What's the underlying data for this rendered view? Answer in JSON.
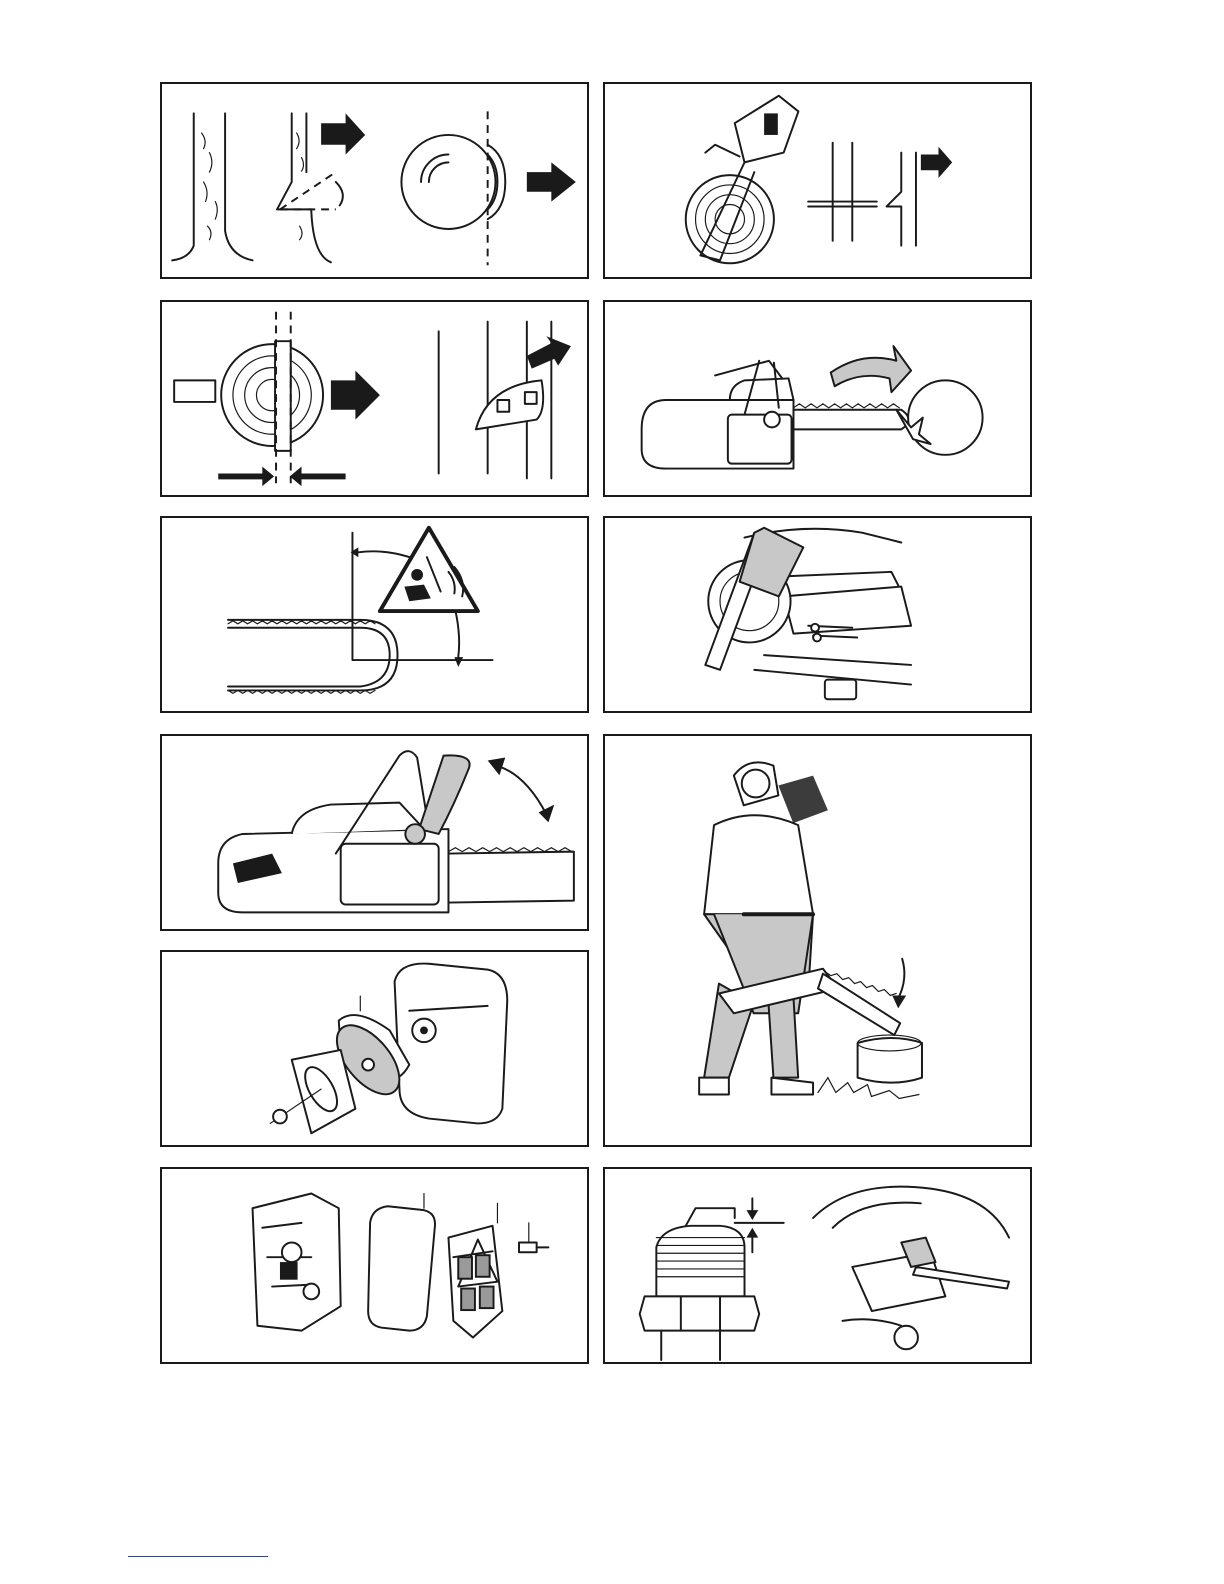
{
  "page": {
    "description_panels": [
      {
        "id": "felling-direction-notch",
        "icon": "tree-notch-icon"
      },
      {
        "id": "back-cut-measure",
        "icon": "chainsaw-cut-icon"
      },
      {
        "id": "hinge-and-wedge",
        "icon": "wedge-icon"
      },
      {
        "id": "kickback-zone",
        "icon": "kickback-icon"
      },
      {
        "id": "kickback-angle-warning",
        "icon": "warning-triangle-icon"
      },
      {
        "id": "chain-brake-cleaning",
        "icon": "brush-icon"
      },
      {
        "id": "chain-brake-lever",
        "icon": "chain-brake-icon"
      },
      {
        "id": "operator-posture",
        "icon": "operator-icon"
      },
      {
        "id": "muffler-assembly",
        "icon": "muffler-icon"
      },
      {
        "id": "air-filter-assembly",
        "icon": "air-filter-icon"
      },
      {
        "id": "spark-plug-gap",
        "icon": "spark-plug-icon"
      }
    ],
    "colors": {
      "line": "#1a1a1a",
      "fill_gray": "#c8c8c8",
      "link": "#2244cc"
    }
  }
}
